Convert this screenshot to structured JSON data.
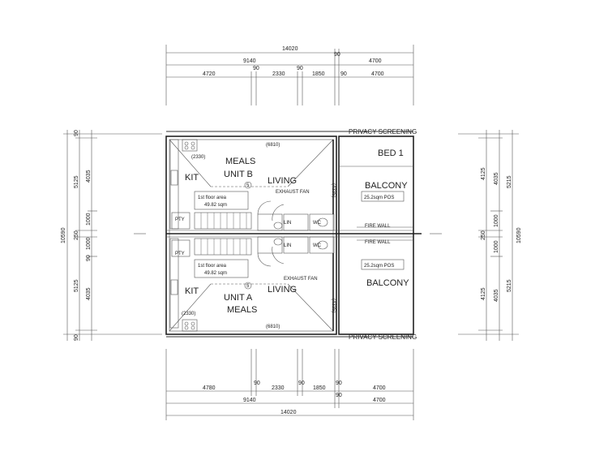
{
  "top_dimensions": {
    "overall": "14020",
    "row2_left": "9140",
    "row2_mid": "90",
    "row2_right": "4700",
    "row3": [
      "4720",
      "90",
      "2330",
      "90",
      "1850",
      "90",
      "4700"
    ]
  },
  "bottom_dimensions": {
    "row1": [
      "4780",
      "90",
      "2330",
      "90",
      "1850",
      "90",
      "4700"
    ],
    "row2_left": "9140",
    "row2_mid": "90",
    "row2_right": "4700",
    "overall": "14020"
  },
  "left_dimensions": {
    "overall": "10590",
    "a": "90",
    "b": "5125",
    "c": "250",
    "d": "5125",
    "e": "90",
    "inner_top": "4035",
    "inner_1000a": "1000",
    "inner_1000b": "1000",
    "inner_90": "90",
    "inner_bottom": "4035"
  },
  "right_dimensions": {
    "overall": "10590",
    "a": "5215",
    "b": "5215",
    "c": "4125",
    "d": "250",
    "e": "4125",
    "inner_top": "4035",
    "inner_bottom": "4035",
    "inner_1000a": "1000",
    "inner_1000b": "1000"
  },
  "labels": {
    "privacy_top": "PRIVACY SCREENING",
    "privacy_bottom": "PRIVACY SCREENING",
    "meals_b": "MEALS",
    "unit_b": "UNIT B",
    "living_b": "LIVING",
    "kit_b": "KIT",
    "pty_b": "PTY",
    "bed1": "BED 1",
    "balcony_b": "BALCONY",
    "balcony_a": "BALCONY",
    "fire_wall_1": "FIRE WALL",
    "fire_wall_2": "FIRE WALL",
    "exhaust_fan_b": "EXHAUST FAN",
    "exhaust_fan_a": "EXHAUST FAN",
    "area_b_title": "1st floor area",
    "area_b_value": "49.82 sqm",
    "area_a_title": "1st floor area",
    "area_a_value": "49.82 sqm",
    "balcony_area_b": "25.2sqm POS",
    "balcony_area_a": "25.2sqm POS",
    "meals_a": "MEALS",
    "unit_a": "UNIT A",
    "living_a": "LIVING",
    "kit_a": "KIT",
    "pty_a": "PTY",
    "dim_6810_top": "(6810)",
    "dim_6810_bottom": "(6810)",
    "dim_2330_top": "(2330)",
    "dim_2330_bottom": "(2330)",
    "dim_4335_top": "(4335)",
    "dim_4335_bottom": "(4335)",
    "lin_b": "LIN",
    "lin_a": "LIN",
    "wc_b": "WC",
    "wc_a": "WC",
    "unit_b_marker": "5",
    "unit_a_marker": "5"
  }
}
